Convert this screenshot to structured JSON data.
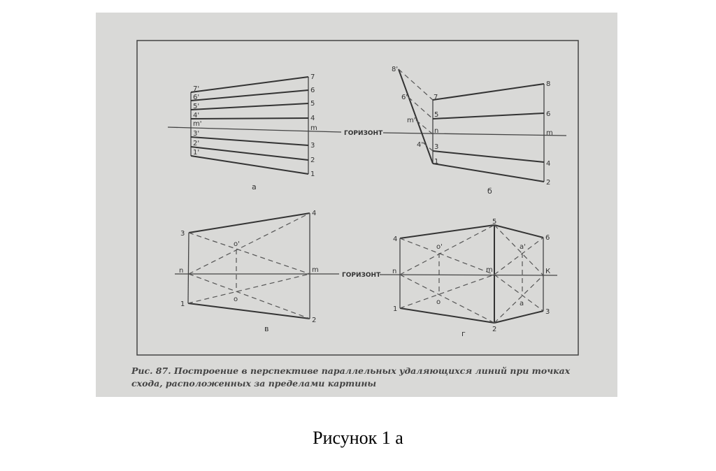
{
  "figure": {
    "horizon_label": "ГОРИЗОНТ",
    "caption_line1": "Рис. 87. Построение в перспективе параллельных удаляющихся линий при точках",
    "caption_line2": "схода, расположенных за пределами картины",
    "panel_a": {
      "title": "а",
      "right_labels": [
        "7",
        "6",
        "5",
        "4",
        "m",
        "3",
        "2",
        "1"
      ],
      "left_labels": [
        "7'",
        "6'",
        "5'",
        "4'",
        "m'",
        "3'",
        "2'",
        "1'"
      ]
    },
    "panel_b": {
      "title": "б",
      "labels": {
        "p8p": "8'",
        "p6p": "6'",
        "pmp": "m'",
        "p4p": "4'",
        "p7": "7",
        "p5": "5",
        "n": "n",
        "p3": "3",
        "p1": "1",
        "p8": "8",
        "p6": "6",
        "m": "m",
        "p4": "4",
        "p2": "2"
      }
    },
    "panel_v": {
      "title": "в",
      "labels": {
        "p3": "3",
        "p4": "4",
        "n": "n",
        "m": "m",
        "p1": "1",
        "p2": "2",
        "o_prime": "o'",
        "o": "o"
      }
    },
    "panel_g": {
      "title": "г",
      "labels": {
        "p4": "4",
        "p5": "5",
        "p6": "6",
        "n": "n",
        "m": "m",
        "k": "К",
        "p1": "1",
        "p2": "2",
        "p3": "3",
        "o_prime": "o'",
        "o": "o",
        "a_prime": "a'",
        "a": "a"
      }
    }
  },
  "page_caption": "Рисунок 1 а"
}
